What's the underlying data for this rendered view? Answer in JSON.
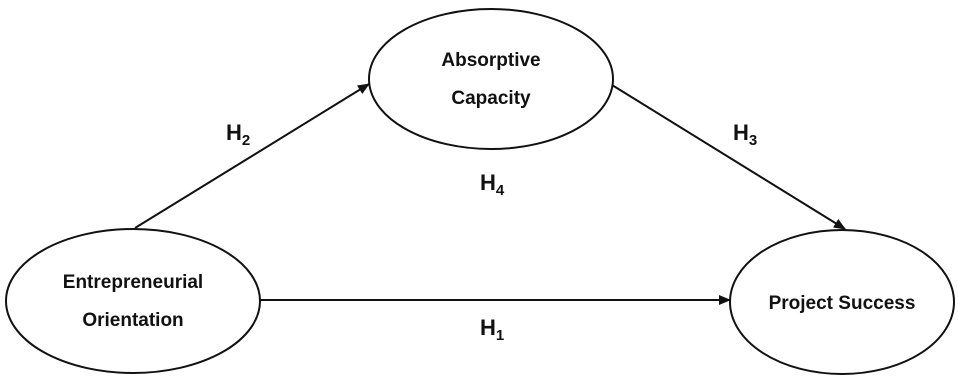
{
  "colors": {
    "stroke": "#111111",
    "fill": "#ffffff",
    "text": "#111111"
  },
  "nodes": {
    "absorptive": {
      "line1": "Absorptive",
      "line2": "Capacity"
    },
    "entrepreneurial": {
      "line1": "Entrepreneurial",
      "line2": "Orientation"
    },
    "project": {
      "line1": "Project Success"
    }
  },
  "hypotheses": {
    "h1": {
      "letter": "H",
      "index": "1"
    },
    "h2": {
      "letter": "H",
      "index": "2"
    },
    "h3": {
      "letter": "H",
      "index": "3"
    },
    "h4": {
      "letter": "H",
      "index": "4"
    }
  }
}
